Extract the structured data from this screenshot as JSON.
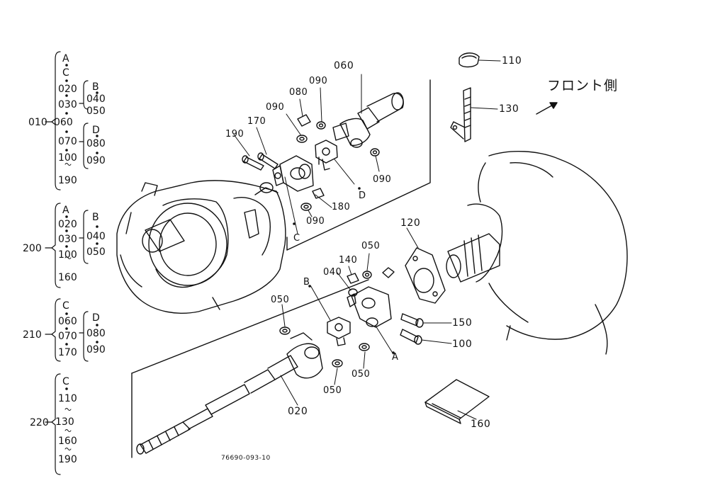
{
  "front_label": "フロント側",
  "drawing_number": "76690-093-10",
  "callouts": {
    "c060": "060",
    "c090a": "090",
    "c080": "080",
    "c090b": "090",
    "c170": "170",
    "c190": "190",
    "c090c": "090",
    "c_D1": "D",
    "c180": "180",
    "c090d": "090",
    "c_C1": "C",
    "c110": "110",
    "c130": "130",
    "c120": "120",
    "c050a": "050",
    "c140": "140",
    "c040": "040",
    "c_B1": "B",
    "c050b": "050",
    "c150": "150",
    "c100": "100",
    "c_A1": "A",
    "c050c": "050",
    "c050d": "050",
    "c020": "020",
    "c160": "160"
  },
  "tree": {
    "g010": {
      "id": "010",
      "main": [
        "A",
        "C",
        "020",
        "030",
        "060",
        "070",
        "100",
        "190"
      ],
      "subB": [
        "B",
        "040",
        "050"
      ],
      "subD": [
        "D",
        "080",
        "090"
      ]
    },
    "g200": {
      "id": "200",
      "main": [
        "A",
        "020",
        "030",
        "100",
        "160"
      ],
      "subB": [
        "B",
        "040",
        "050"
      ]
    },
    "g210": {
      "id": "210",
      "main": [
        "C",
        "060",
        "070",
        "170"
      ],
      "subD": [
        "D",
        "080",
        "090"
      ]
    },
    "g220": {
      "id": "220",
      "main": [
        "C",
        "110",
        "130",
        "160",
        "190"
      ]
    }
  }
}
